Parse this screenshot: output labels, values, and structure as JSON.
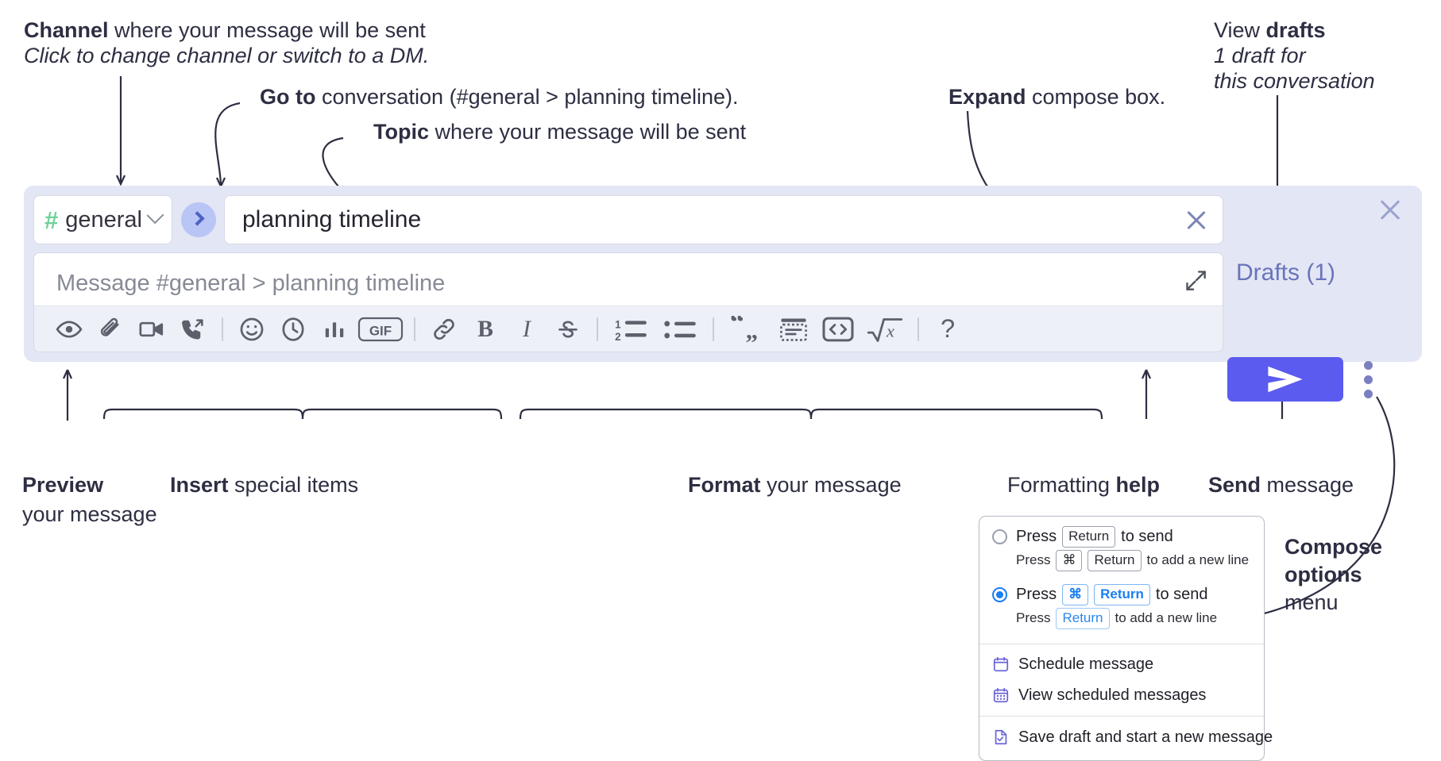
{
  "annotations": {
    "channel": {
      "bold": "Channel",
      "rest": " where your message will be sent",
      "italic": "Click to change channel or switch to a DM."
    },
    "goto": {
      "bold": "Go to",
      "rest": " conversation (#general > planning timeline)."
    },
    "topic": {
      "bold": "Topic",
      "rest": " where your message will be sent"
    },
    "expand": {
      "bold": "Expand",
      "rest": " compose box."
    },
    "drafts": {
      "lead": "View ",
      "bold": "drafts",
      "italic1": "1 draft for",
      "italic2": "this conversation"
    },
    "preview": {
      "bold": "Preview",
      "line2": "your message"
    },
    "insert": {
      "bold": "Insert",
      "rest": " special items"
    },
    "format": {
      "bold": "Format",
      "rest": " your message"
    },
    "help": {
      "lead": "Formatting ",
      "bold": "help"
    },
    "send": {
      "bold": "Send",
      "rest": " message"
    },
    "compose_options": {
      "bold1": "Compose",
      "bold2": "options",
      "rest": "menu"
    }
  },
  "compose": {
    "channel": {
      "hash": "#",
      "name": "general",
      "chevron_icon": "chevron-down-icon"
    },
    "goto_button": {
      "icon": "chevron-right-icon"
    },
    "topic": {
      "value": "planning timeline",
      "clear_icon": "close-icon"
    },
    "message": {
      "placeholder": "Message #general > planning timeline",
      "expand_icon": "expand-icon"
    },
    "panel_close_icon": "close-icon",
    "drafts_label": "Drafts (1)",
    "send_button": {
      "icon": "send-icon",
      "color": "#5b5bf0"
    },
    "options_menu_icon": "kebab-vertical-icon",
    "toolbar": [
      {
        "name": "preview-icon",
        "label": "Preview"
      },
      {
        "name": "attachment-icon",
        "label": "Attach file"
      },
      {
        "name": "video-icon",
        "label": "Video clip"
      },
      {
        "name": "audio-call-icon",
        "label": "Audio clip"
      },
      {
        "name": "divider-1",
        "label": ""
      },
      {
        "name": "emoji-icon",
        "label": "Emoji"
      },
      {
        "name": "clock-icon",
        "label": "Reminder"
      },
      {
        "name": "poll-icon",
        "label": "Poll"
      },
      {
        "name": "gif-icon",
        "label": "GIF"
      },
      {
        "name": "divider-2",
        "label": ""
      },
      {
        "name": "link-icon",
        "label": "Link"
      },
      {
        "name": "bold-icon",
        "label": "B"
      },
      {
        "name": "italic-icon",
        "label": "I"
      },
      {
        "name": "strikethrough-icon",
        "label": "S"
      },
      {
        "name": "divider-3",
        "label": ""
      },
      {
        "name": "ordered-list-icon",
        "label": "Ordered list"
      },
      {
        "name": "bulleted-list-icon",
        "label": "Bulleted list"
      },
      {
        "name": "divider-4",
        "label": ""
      },
      {
        "name": "blockquote-icon",
        "label": "Blockquote"
      },
      {
        "name": "code-block-icon",
        "label": "Code block"
      },
      {
        "name": "inline-code-icon",
        "label": "Code"
      },
      {
        "name": "math-icon",
        "label": "Math"
      },
      {
        "name": "divider-5",
        "label": ""
      },
      {
        "name": "help-icon",
        "label": "?"
      }
    ]
  },
  "options_popup": {
    "option_1": {
      "selected": false,
      "main_pre": "Press",
      "main_key": "Return",
      "main_post": "to send",
      "sub_pre": "Press",
      "sub_key1": "⌘",
      "sub_key2": "Return",
      "sub_post": "to add a new line"
    },
    "option_2": {
      "selected": true,
      "main_pre": "Press",
      "main_key1": "⌘",
      "main_key2": "Return",
      "main_post": "to send",
      "sub_pre": "Press",
      "sub_key": "Return",
      "sub_post": "to add a new line"
    },
    "items": [
      {
        "icon": "calendar-schedule-icon",
        "label": "Schedule message"
      },
      {
        "icon": "calendar-grid-icon",
        "label": "View scheduled messages"
      },
      {
        "icon": "save-draft-icon",
        "label": "Save draft and start a new message"
      }
    ]
  }
}
